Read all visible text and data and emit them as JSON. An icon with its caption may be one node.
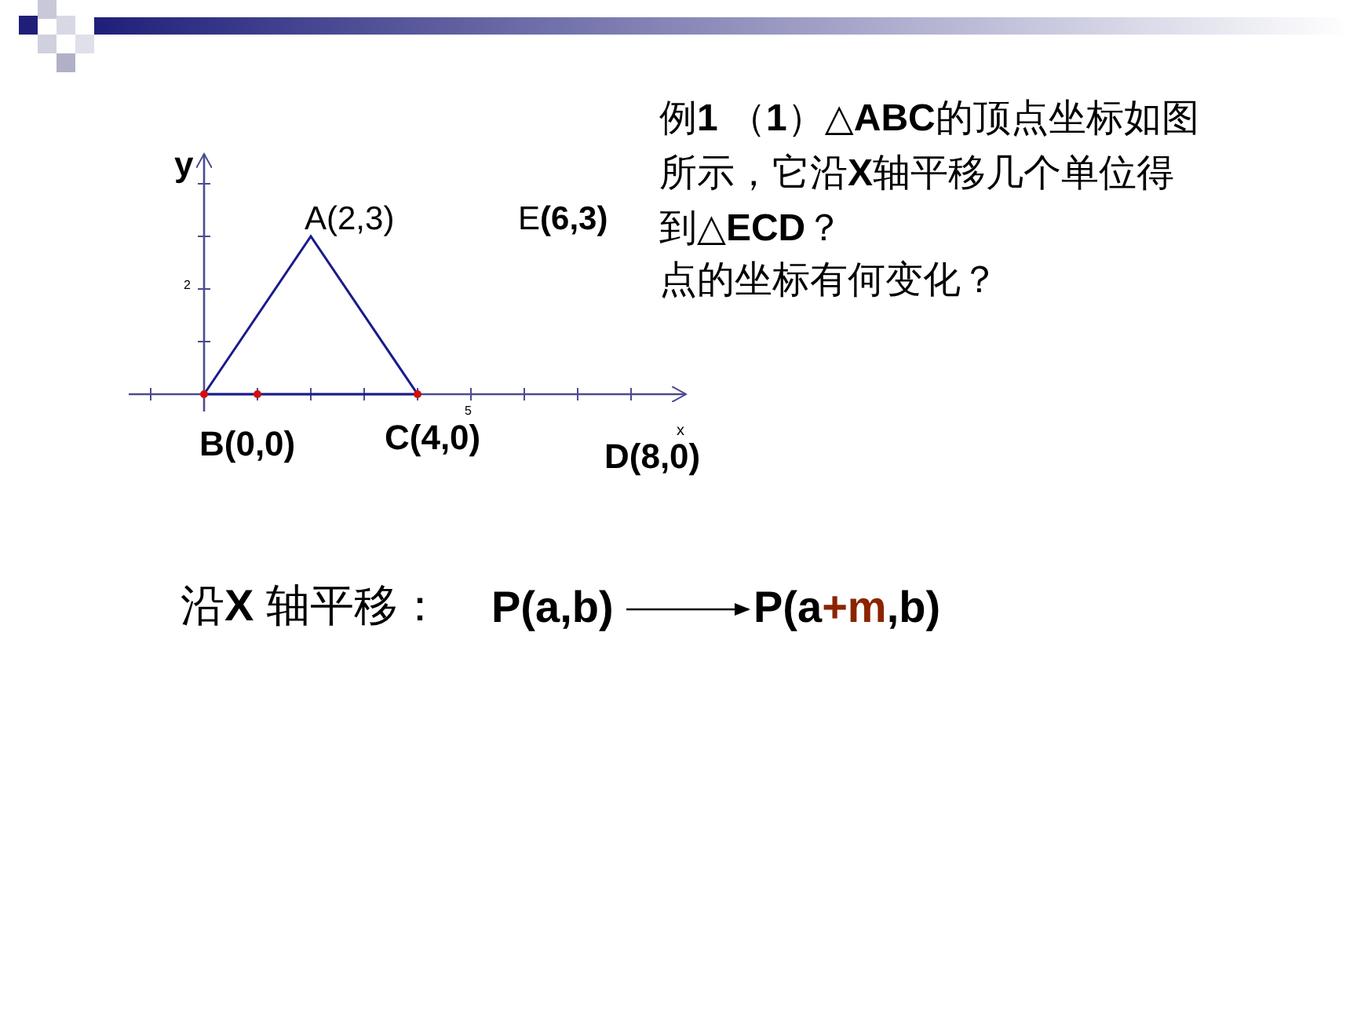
{
  "diagram": {
    "nodes": [
      {
        "text": [
          "P(a,b)"
        ]
      },
      {
        "text": [
          "P(a**+m**,b)"
        ]
      }
    ],
    "edges": [
      {
        "from": 0,
        "to": 1,
        "arrow": "to"
      }
    ],
    "labels": [
      "例**1** （**1**）△**ABC**的顶点坐标如图所示，它沿**X**轴平移几个单位得到△**ECD**？",
      "y",
      "A(2,3)",
      "E**(6,3)**",
      "点的坐标有何变化？",
      "2",
      "5",
      "x",
      "**B(0,0)**",
      "**C(4,0)**",
      "**D(8,0)**",
      "沿**X** 轴平移："
    ]
  }
}
